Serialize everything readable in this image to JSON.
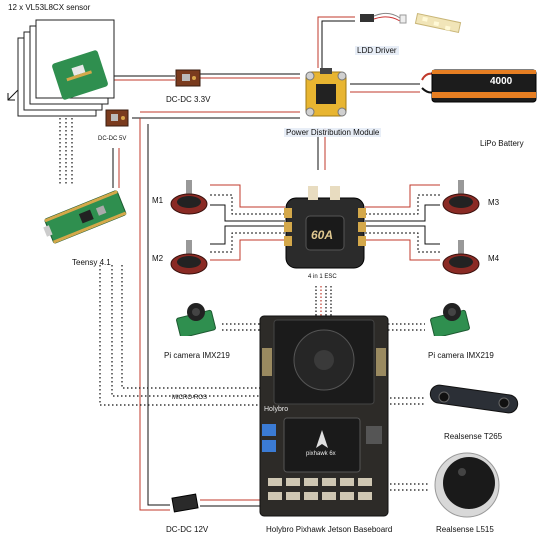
{
  "labels": {
    "sensor_array": "12 x VL53L8CX sensor",
    "dcdc_33": "DC-DC 3.3V",
    "dcdc_5": "DC-DC 5V",
    "ldd_driver": "LDD Driver",
    "pdm": "Power Distribution Module",
    "lipo": "LiPo Battery",
    "teensy": "Teensy 4.1",
    "m1": "M1",
    "m2": "M2",
    "m3": "M3",
    "m4": "M4",
    "esc": "4 in 1 ESC",
    "esc_marking": "60A",
    "battery_capacity": "4000",
    "pi_cam_left": "Pi camera IMX219",
    "pi_cam_right": "Pi camera IMX219",
    "micro_ros": "MICRO-ROS",
    "realsense_t265": "Realsense T265",
    "realsense_l515": "Realsense L515",
    "dcdc_12": "DC-DC 12V",
    "baseboard": "Holybro Pixhawk Jetson Baseboard",
    "baseboard_brand": "Holybro",
    "pixhawk_marking": "pixhawk 6x"
  },
  "colors": {
    "power_line": "#c0392b",
    "ground_line": "#111111",
    "signal_line": "#111111",
    "pcb_green": "#2f8f4f",
    "esc_dark": "#2b2b2b",
    "motor_red": "#8a2a24"
  }
}
